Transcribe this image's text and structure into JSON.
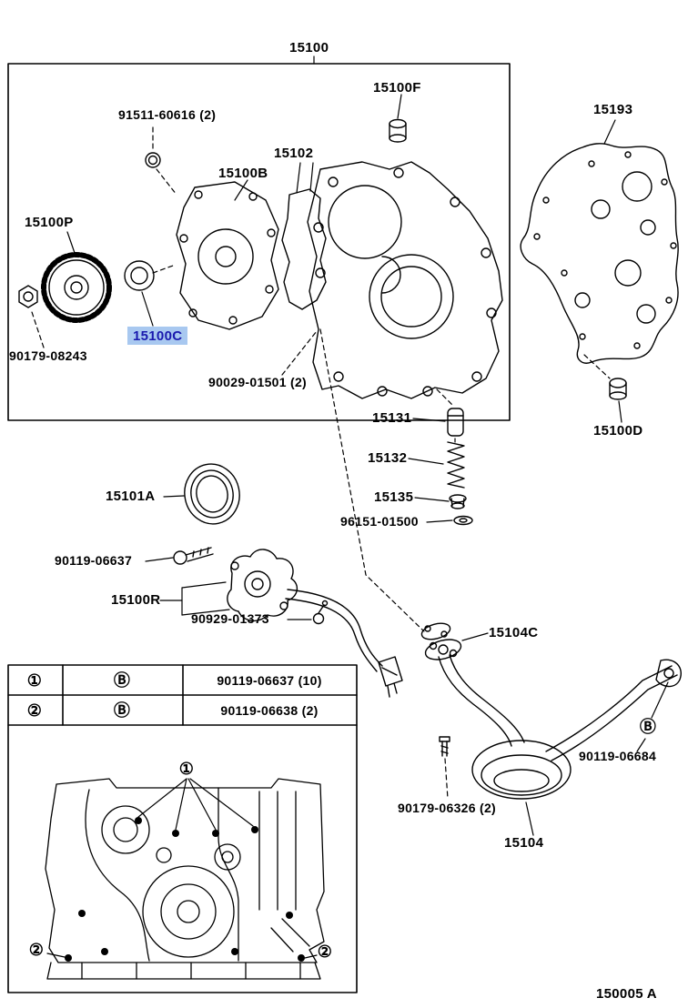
{
  "title_code": "150005 A",
  "highlight": {
    "part": "15100C",
    "bg": "#a8c8f0",
    "fg": "#1a1aae"
  },
  "parts": {
    "p15100": "15100",
    "p15100F": "15100F",
    "p91511_60616": "91511-60616 (2)",
    "p15102": "15102",
    "p15100B": "15100B",
    "p15193": "15193",
    "p15100P": "15100P",
    "p15100C": "15100C",
    "p90179_08243": "90179-08243",
    "p90029_01501": "90029-01501 (2)",
    "p15131": "15131",
    "p15132": "15132",
    "p15135": "15135",
    "p96151_01500": "96151-01500",
    "p15100D": "15100D",
    "p15101A": "15101A",
    "p90119_06637": "90119-06637",
    "p15100R": "15100R",
    "p90929_01373": "90929-01373",
    "p15104C": "15104C",
    "p90119_06684": "90119-06684",
    "p90179_06326": "90179-06326 (2)",
    "p15104": "15104"
  },
  "symbols": {
    "b": "Ⓑ",
    "one": "①",
    "two": "②"
  },
  "fastener_table": {
    "rows": [
      {
        "num": "①",
        "sym": "Ⓑ",
        "part": "90119-06637 (10)"
      },
      {
        "num": "②",
        "sym": "Ⓑ",
        "part": "90119-06638 (2)"
      }
    ]
  }
}
